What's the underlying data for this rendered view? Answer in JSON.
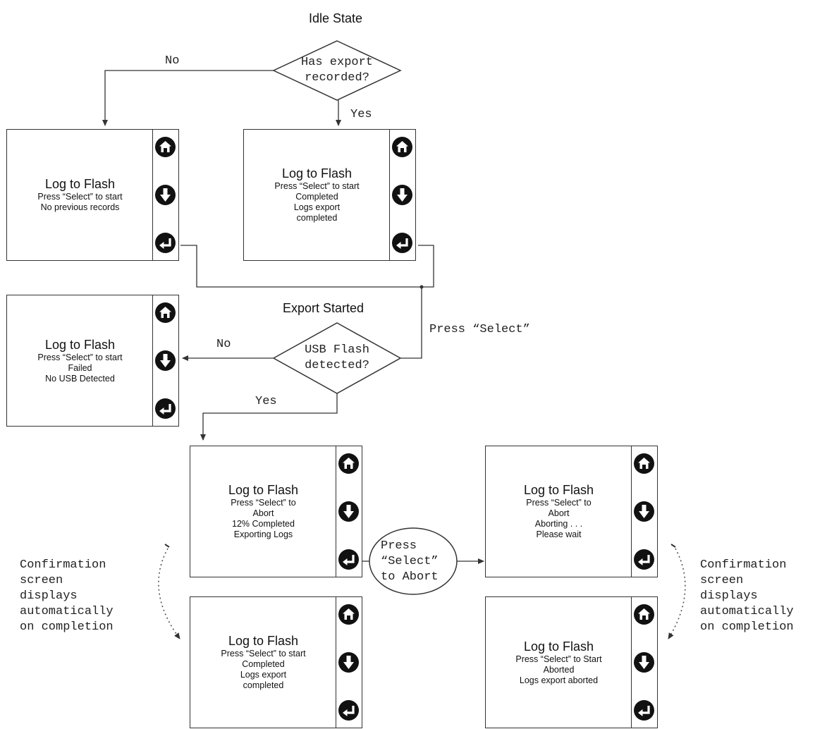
{
  "titles": {
    "idle": "Idle State",
    "export": "Export Started"
  },
  "decisions": {
    "export_recorded": [
      "Has export",
      "recorded?"
    ],
    "usb_detected": [
      "USB Flash",
      "detected?"
    ],
    "abort_select": [
      "Press",
      "“Select”",
      "to Abort"
    ]
  },
  "edge_labels": {
    "no_top": "No",
    "yes_top": "Yes",
    "no_usb": "No",
    "yes_usb": "Yes",
    "press_select": "Press “Select”"
  },
  "notes": {
    "left": [
      "Confirmation",
      "screen",
      "displays",
      "automatically",
      "on completion"
    ],
    "right": [
      "Confirmation",
      "screen",
      "displays",
      "automatically",
      "on completion"
    ]
  },
  "screens": [
    {
      "id": "idle-no-records",
      "title": "Log to Flash",
      "lines": [
        "Press “Select” to start",
        "No previous records"
      ]
    },
    {
      "id": "idle-completed",
      "title": "Log to Flash",
      "lines": [
        "Press “Select” to start",
        "Completed",
        "Logs export",
        "completed"
      ]
    },
    {
      "id": "usb-failed",
      "title": "Log to Flash",
      "lines": [
        "Press “Select” to start",
        "Failed",
        "No USB Detected"
      ]
    },
    {
      "id": "exporting",
      "title": "Log to Flash",
      "lines": [
        "Press “Select” to",
        "Abort",
        "12% Completed",
        "Exporting Logs"
      ]
    },
    {
      "id": "aborting",
      "title": "Log to Flash",
      "lines": [
        "Press “Select” to",
        "Abort",
        "Aborting . . .",
        "Please wait"
      ]
    },
    {
      "id": "export-completed",
      "title": "Log to Flash",
      "lines": [
        "Press “Select” to start",
        "Completed",
        "Logs export",
        "completed"
      ]
    },
    {
      "id": "export-aborted",
      "title": "Log to Flash",
      "lines": [
        "Press “Select” to Start",
        "Aborted",
        "Logs export aborted"
      ]
    }
  ],
  "icons": {
    "home": "home-icon",
    "down": "arrow-down-icon",
    "enter": "enter-icon"
  }
}
